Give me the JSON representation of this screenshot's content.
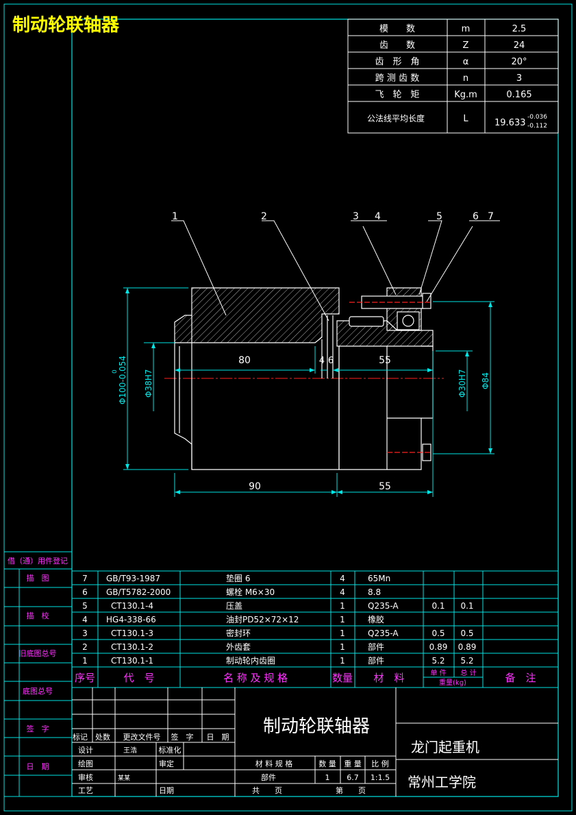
{
  "drawing_title": "制动轮联轴器",
  "params": [
    {
      "name": "模　　数",
      "symbol": "m",
      "value": "2.5"
    },
    {
      "name": "齿　　数",
      "symbol": "Z",
      "value": "24"
    },
    {
      "name": "齿　形　角",
      "symbol": "α",
      "value": "20°"
    },
    {
      "name": "跨 测 齿 数",
      "symbol": "n",
      "value": "3"
    },
    {
      "name": "飞　轮　矩",
      "symbol": "Kg.m",
      "value": "0.165"
    },
    {
      "name": "公法线平均长度",
      "symbol": "L",
      "value": "19.633",
      "upper": "-0.036",
      "lower": "-0.112"
    }
  ],
  "balloons": [
    "1",
    "2",
    "3",
    "4",
    "5",
    "6",
    "7"
  ],
  "dimensions": {
    "d80": "80",
    "d4": "4",
    "d6": "6",
    "d55a": "55",
    "d90": "90",
    "d55b": "55",
    "dia100": "Φ100-0.054",
    "dia100_upper": "0",
    "dia38": "Φ38H7",
    "dia30": "Φ30H7",
    "dia84": "Φ84"
  },
  "left_strip": [
    "借（通）用件登记",
    "描　图",
    "描　校",
    "旧底图总号",
    "底图总号",
    "签　字",
    "日　期"
  ],
  "bom": [
    {
      "no": "7",
      "code": "GB/T93-1987",
      "name": "垫圈 6",
      "qty": "4",
      "material": "65Mn",
      "single": "",
      "total": "",
      "note": ""
    },
    {
      "no": "6",
      "code": "GB/T5782-2000",
      "name": "螺栓 M6×30",
      "qty": "4",
      "material": "8.8",
      "single": "",
      "total": "",
      "note": ""
    },
    {
      "no": "5",
      "code": "CT130.1-4",
      "name": "压盖",
      "qty": "1",
      "material": "Q235-A",
      "single": "0.1",
      "total": "0.1",
      "note": ""
    },
    {
      "no": "4",
      "code": "HG4-338-66",
      "name": "油封PD52×72×12",
      "qty": "1",
      "material": "橡胶",
      "single": "",
      "total": "",
      "note": ""
    },
    {
      "no": "3",
      "code": "CT130.1-3",
      "name": "密封环",
      "qty": "1",
      "material": "Q235-A",
      "single": "0.5",
      "total": "0.5",
      "note": ""
    },
    {
      "no": "2",
      "code": "CT130.1-2",
      "name": "外齿套",
      "qty": "1",
      "material": "部件",
      "single": "0.89",
      "total": "0.89",
      "note": ""
    },
    {
      "no": "1",
      "code": "CT130.1-1",
      "name": "制动轮内齿圈",
      "qty": "1",
      "material": "部件",
      "single": "5.2",
      "total": "5.2",
      "note": ""
    }
  ],
  "bom_header": {
    "no": "序号",
    "code": "代　号",
    "name": "名 称 及 规 格",
    "qty": "数量",
    "material": "材　料",
    "single": "单 件",
    "total": "总 计",
    "weight": "重量(kg)",
    "note": "备　注"
  },
  "title_block": {
    "name": "制动轮联轴器",
    "project": "龙门起重机",
    "school": "常州工学院",
    "rev_labels": [
      "标记",
      "处数",
      "更改文件号",
      "签　字",
      "日　期"
    ],
    "sign_rows": [
      {
        "label": "设计",
        "person": "王浩",
        "label2": "标准化"
      },
      {
        "label": "绘图",
        "person": "",
        "label2": "审定"
      },
      {
        "label": "审核",
        "person": "某某",
        "label2": ""
      },
      {
        "label": "工艺",
        "person": "",
        "label2": "日期"
      }
    ],
    "material_label": "材 料 规 格",
    "qty_label": "数 量",
    "weight_label": "重 量",
    "scale_label": "比 例",
    "material_value": "部件",
    "qty_value": "1",
    "weight_value": "6.7",
    "scale_value": "1:1.5",
    "total_pages_label": "共　　页",
    "page_label": "第　　页"
  },
  "colors": {
    "frame": "#00e5e5",
    "text": "#ffffff",
    "label": "#ff30ff",
    "title": "#ffff00",
    "dimension": "#00e5e5",
    "centerline": "#ff2020"
  }
}
